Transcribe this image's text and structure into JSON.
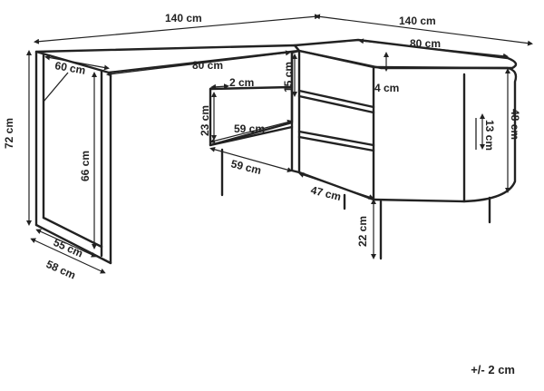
{
  "dimensions": {
    "desk_width": "140 cm",
    "return_width": "140 cm",
    "cabinet_top_width": "80 cm",
    "desk_depth": "60 cm",
    "desk_inner_width": "80 cm",
    "shelf_offset": "2 cm",
    "shelf_height_top": "15 cm",
    "top_overhang": "4 cm",
    "total_height": "72 cm",
    "leg_height": "66 cm",
    "shelf_height_mid": "23 cm",
    "shelf_width_mid": "59 cm",
    "shelf_width_bottom": "59 cm",
    "cabinet_height": "48 cm",
    "handle_height": "13 cm",
    "cabinet_depth": "47 cm",
    "cabinet_leg_height": "22 cm",
    "frame_inner_depth": "55 cm",
    "frame_outer_depth": "58 cm"
  },
  "tolerance": "+/- 2 cm"
}
